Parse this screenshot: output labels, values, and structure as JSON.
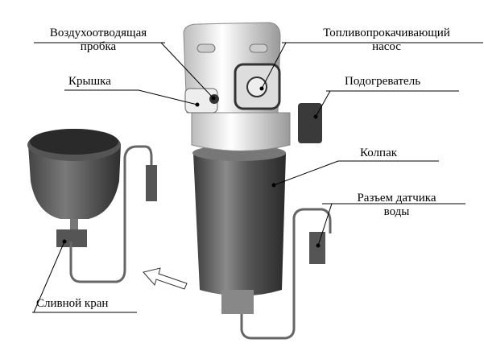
{
  "labels": {
    "air_plug_line1": "Воздухоотводящая",
    "air_plug_line2": "пробка",
    "cover": "Крышка",
    "pump_line1": "Топливопрокачивающий",
    "pump_line2": "насос",
    "heater": "Подогреватель",
    "cap": "Колпак",
    "sensor_line1": "Разъем датчика",
    "sensor_line2": "воды",
    "drain": "Сливной кран"
  }
}
